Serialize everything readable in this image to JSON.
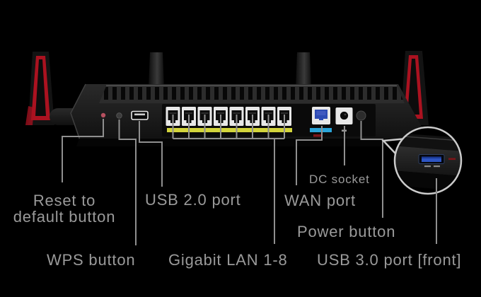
{
  "figure": {
    "lan_port_count": 8,
    "labels": {
      "reset": "Reset to\ndefault button",
      "usb2": "USB 2.0 port",
      "wps": "WPS button",
      "lan": "Gigabit LAN 1-8",
      "wan": "WAN port",
      "dc": "DC socket",
      "power": "Power button",
      "usb3": "USB 3.0 port [front]"
    },
    "colors": {
      "background": "#000000",
      "label_text": "#9a9a9a",
      "callout_line": "#8f8f8f",
      "lan_accent": "#d2d43c",
      "wan_accent": "#2ba4d8",
      "antenna_red": "#ab1220",
      "reset_dot": "#b5505f",
      "port_frame": "#e8e8e8",
      "wan_port_blue": "#2d4bb4",
      "usb3_blue": "#2d55c4",
      "inset_ring": "#cccccc"
    }
  }
}
